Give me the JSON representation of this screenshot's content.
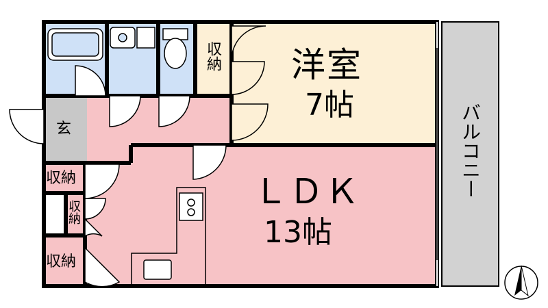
{
  "rooms": {
    "western": {
      "name": "洋室",
      "size": "7帖"
    },
    "ldk": {
      "name": "ＬＤＫ",
      "size": "13帖"
    },
    "entrance": "玄",
    "balcony": "バルコニー",
    "closet_top": "収納",
    "storage_a": "収納",
    "storage_b": "収納",
    "storage_c": "収納"
  },
  "colors": {
    "ldk_fill": "#f7c3c6",
    "western_fill": "#fdf0d6",
    "wet_fill": "#cfe1f7",
    "entrance_fill": "#c8c8c8",
    "balcony_fill": "#d2d2d2",
    "wall": "#000000"
  },
  "compass_icon": "north-arrow-icon"
}
